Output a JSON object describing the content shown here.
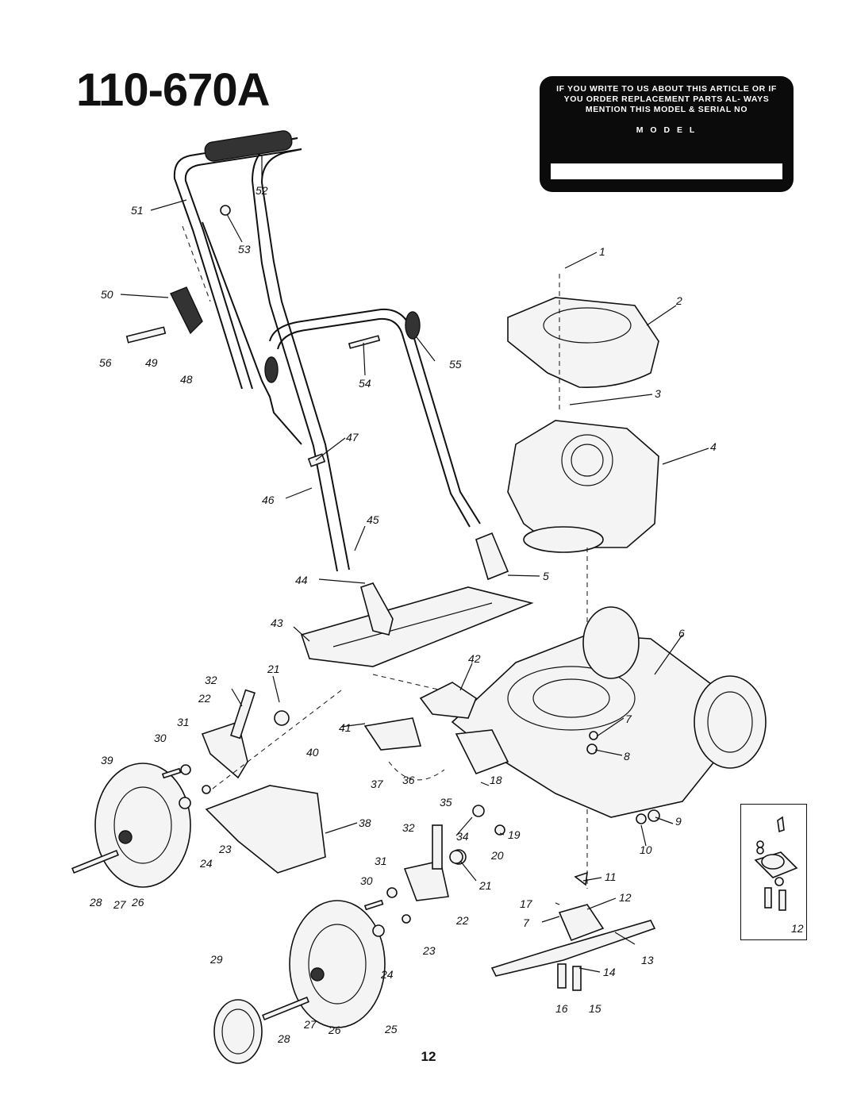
{
  "header": {
    "model_number": "110-670A"
  },
  "notice": {
    "text": "IF YOU WRITE TO US ABOUT THIS ARTICLE OR IF YOU ORDER REPLACEMENT PARTS AL- WAYS MENTION THIS MODEL & SERIAL NO",
    "model_label": "M O D E L"
  },
  "callouts": {
    "c1": "1",
    "c2": "2",
    "c3": "3",
    "c4": "4",
    "c5": "5",
    "c6": "6",
    "c7a": "7",
    "c7b": "7",
    "c8": "8",
    "c9": "9",
    "c10": "10",
    "c11": "11",
    "c12a": "12",
    "c12b": "12",
    "c13": "13",
    "c14": "14",
    "c15": "15",
    "c16": "16",
    "c17": "17",
    "c18": "18",
    "c19": "19",
    "c20": "20",
    "c21a": "21",
    "c21b": "21",
    "c22a": "22",
    "c22b": "22",
    "c23a": "23",
    "c23b": "23",
    "c24a": "24",
    "c24b": "24",
    "c25": "25",
    "c26a": "26",
    "c26b": "26",
    "c27a": "27",
    "c27b": "27",
    "c28a": "28",
    "c28b": "28",
    "c29": "29",
    "c30a": "30",
    "c30b": "30",
    "c31a": "31",
    "c31b": "31",
    "c32a": "32",
    "c32b": "32",
    "c34": "34",
    "c35": "35",
    "c36": "36",
    "c37": "37",
    "c38": "38",
    "c39": "39",
    "c40": "40",
    "c41": "41",
    "c42": "42",
    "c43": "43",
    "c44": "44",
    "c45": "45",
    "c46": "46",
    "c47": "47",
    "c48": "48",
    "c49": "49",
    "c50": "50",
    "c51": "51",
    "c52": "52",
    "c53": "53",
    "c54": "54",
    "c55": "55",
    "c56": "56"
  },
  "footer": {
    "page_number": "12"
  }
}
